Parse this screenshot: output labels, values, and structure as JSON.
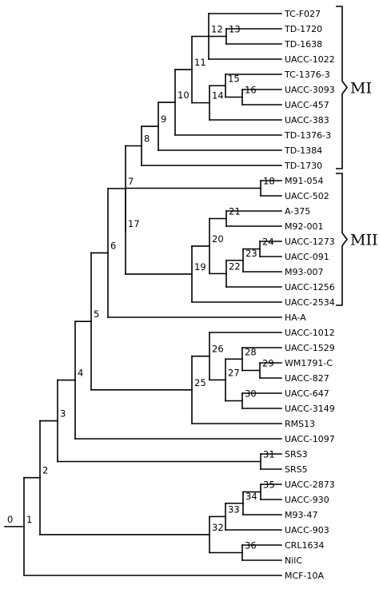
{
  "leaves": [
    "TC-F027",
    "TD-1720",
    "TD-1638",
    "UACC-1022",
    "TC-1376-3",
    "UACC-3093",
    "UACC-457",
    "UACC-383",
    "TD-1376-3",
    "TD-1384",
    "TD-1730",
    "M91-054",
    "UACC-502",
    "A-375",
    "M92-001",
    "UACC-1273",
    "UACC-091",
    "M93-007",
    "UACC-1256",
    "UACC-2534",
    "HA-A",
    "UACC-1012",
    "UACC-1529",
    "WM1791-C",
    "UACC-827",
    "UACC-647",
    "UACC-3149",
    "RMS13",
    "UACC-1097",
    "SRS3",
    "SRS5",
    "UACC-2873",
    "UACC-930",
    "M93-47",
    "UACC-903",
    "CRL1634",
    "NilC",
    "MCF-10A"
  ],
  "nodes": [
    {
      "id": "0",
      "children": [
        "1"
      ]
    },
    {
      "id": "1",
      "children": [
        "2",
        "MCF-10A"
      ]
    },
    {
      "id": "2",
      "children": [
        "3",
        "32"
      ]
    },
    {
      "id": "3",
      "children": [
        "4",
        "31"
      ]
    },
    {
      "id": "4",
      "children": [
        "5",
        "UACC-1097"
      ]
    },
    {
      "id": "5",
      "children": [
        "6",
        "25"
      ]
    },
    {
      "id": "6",
      "children": [
        "7",
        "HA-A"
      ]
    },
    {
      "id": "7",
      "children": [
        "8",
        "17"
      ]
    },
    {
      "id": "8",
      "children": [
        "9",
        "TD-1730"
      ]
    },
    {
      "id": "9",
      "children": [
        "10",
        "TD-1384"
      ]
    },
    {
      "id": "10",
      "children": [
        "11",
        "TD-1376-3"
      ]
    },
    {
      "id": "11",
      "children": [
        "12",
        "14"
      ]
    },
    {
      "id": "12",
      "children": [
        "TC-F027",
        "13",
        "UACC-1022"
      ]
    },
    {
      "id": "13",
      "children": [
        "TD-1720",
        "TD-1638"
      ]
    },
    {
      "id": "14",
      "children": [
        "15",
        "UACC-383"
      ]
    },
    {
      "id": "15",
      "children": [
        "TC-1376-3",
        "16"
      ]
    },
    {
      "id": "16",
      "children": [
        "UACC-3093",
        "UACC-457"
      ]
    },
    {
      "id": "17",
      "children": [
        "18",
        "19"
      ]
    },
    {
      "id": "18",
      "children": [
        "M91-054",
        "UACC-502"
      ]
    },
    {
      "id": "19",
      "children": [
        "20",
        "UACC-2534"
      ]
    },
    {
      "id": "20",
      "children": [
        "21",
        "22"
      ]
    },
    {
      "id": "21",
      "children": [
        "A-375",
        "M92-001"
      ]
    },
    {
      "id": "22",
      "children": [
        "23",
        "UACC-1256"
      ]
    },
    {
      "id": "23",
      "children": [
        "24",
        "M93-007"
      ]
    },
    {
      "id": "24",
      "children": [
        "UACC-1273",
        "UACC-091"
      ]
    },
    {
      "id": "25",
      "children": [
        "26",
        "RMS13"
      ]
    },
    {
      "id": "26",
      "children": [
        "UACC-1012",
        "27"
      ]
    },
    {
      "id": "27",
      "children": [
        "28",
        "30"
      ]
    },
    {
      "id": "28",
      "children": [
        "UACC-1529",
        "29"
      ]
    },
    {
      "id": "29",
      "children": [
        "WM1791-C",
        "UACC-827"
      ]
    },
    {
      "id": "30",
      "children": [
        "UACC-647",
        "UACC-3149"
      ]
    },
    {
      "id": "31",
      "children": [
        "SRS3",
        "SRS5"
      ]
    },
    {
      "id": "32",
      "children": [
        "33",
        "36"
      ]
    },
    {
      "id": "33",
      "children": [
        "34",
        "UACC-903"
      ]
    },
    {
      "id": "34",
      "children": [
        "35",
        "M93-47"
      ]
    },
    {
      "id": "35",
      "children": [
        "UACC-2873",
        "UACC-930"
      ]
    },
    {
      "id": "36",
      "children": [
        "CRL1634",
        "NilC"
      ]
    }
  ],
  "groups": [
    {
      "label": "MI",
      "first": "TC-F027",
      "last": "TD-1730"
    },
    {
      "label": "MII",
      "first": "M91-054",
      "last": "UACC-2534"
    }
  ]
}
